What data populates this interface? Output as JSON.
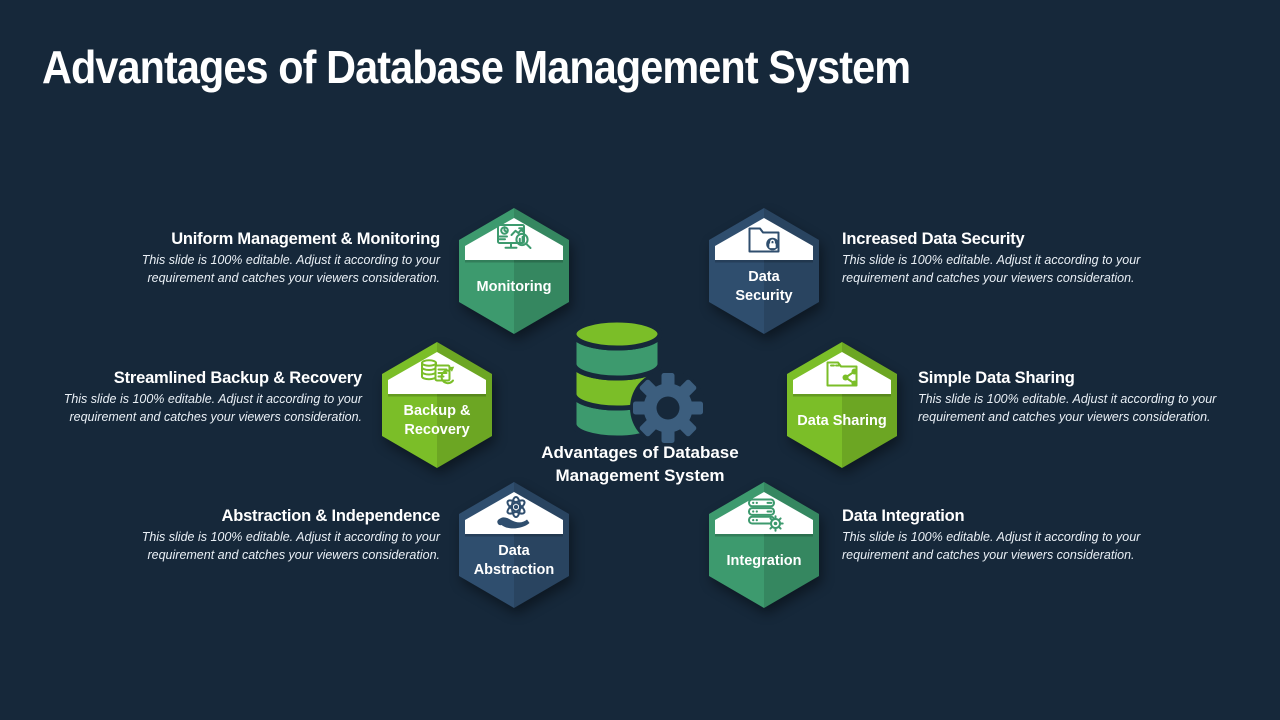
{
  "title": "Advantages of Database Management System",
  "colors": {
    "background": "#16283A",
    "sea_green": "#3D9A6E",
    "lime_green": "#7BBE28",
    "dark_blue": "#2F4E6E",
    "gear_blue": "#3C5E7E",
    "white": "#FFFFFF",
    "body_text": "#EAF0F6"
  },
  "center": {
    "caption": "Advantages of Database Management System",
    "database_icon": "database-cylinder-icon",
    "gear_icon": "gear-icon"
  },
  "items": [
    {
      "id": "monitoring",
      "badge": "Monitoring",
      "heading": "Uniform Management & Monitoring",
      "body": "This slide is 100% editable. Adjust it according to your requirement and catches your viewers consideration.",
      "color": "#3D9A6E",
      "icon": "monitor-analytics-icon"
    },
    {
      "id": "data-security",
      "badge": "Data\nSecurity",
      "heading": "Increased Data Security",
      "body": "This slide is 100% editable. Adjust it according to your requirement and catches your viewers consideration.",
      "color": "#2F4E6E",
      "icon": "folder-lock-icon"
    },
    {
      "id": "backup-recovery",
      "badge": "Backup &\nRecovery",
      "heading": "Streamlined Backup & Recovery",
      "body": "This slide is 100% editable. Adjust it according to your requirement and catches your viewers consideration.",
      "color": "#7BBE28",
      "icon": "database-restore-icon"
    },
    {
      "id": "data-sharing",
      "badge": "Data Sharing",
      "heading": "Simple Data Sharing",
      "body": "This slide is 100% editable. Adjust it according to your requirement and catches your viewers consideration.",
      "color": "#7BBE28",
      "icon": "folder-share-icon"
    },
    {
      "id": "data-abstraction",
      "badge": "Data\nAbstraction",
      "heading": "Abstraction & Independence",
      "body": "This slide is 100% editable. Adjust it according to your requirement and catches your viewers consideration.",
      "color": "#2F4E6E",
      "icon": "hand-atom-icon"
    },
    {
      "id": "integration",
      "badge": "Integration",
      "heading": "Data Integration",
      "body": "This slide is 100% editable. Adjust it according to your requirement and catches your viewers consideration.",
      "color": "#3D9A6E",
      "icon": "server-gear-icon"
    }
  ]
}
